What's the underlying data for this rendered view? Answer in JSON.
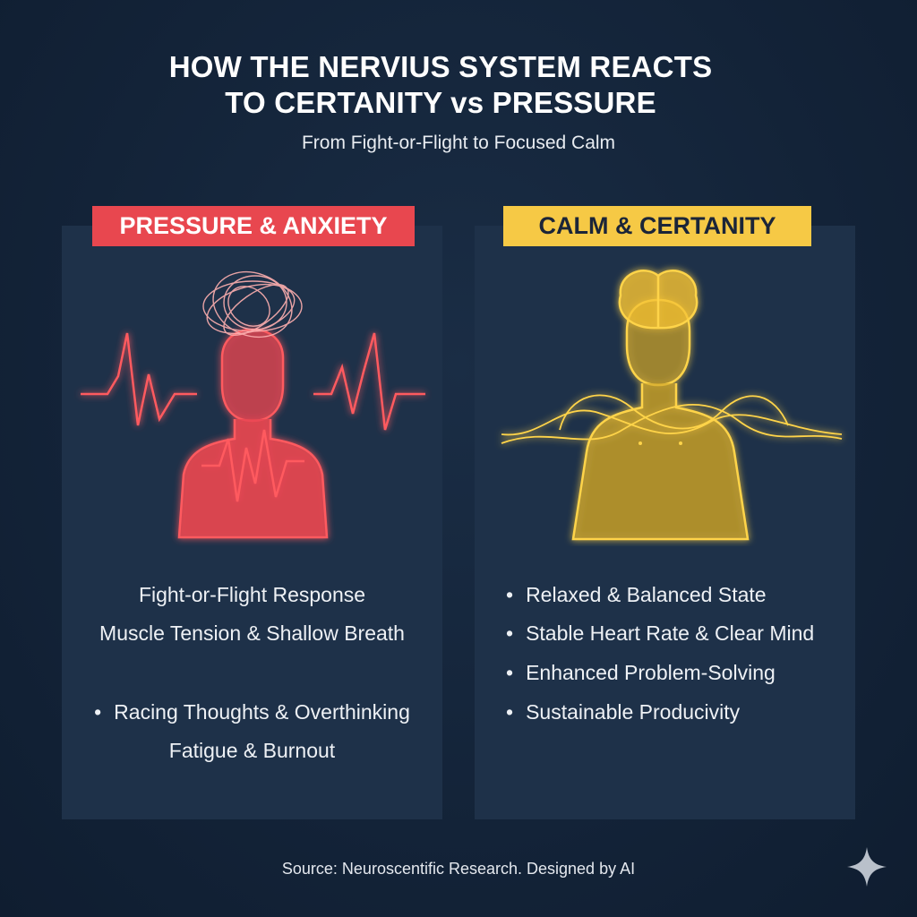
{
  "header": {
    "title_line1": "HOW THE NERVIUS SYSTEM REACTS",
    "title_line2": "TO CERTANITY vs PRESSURE",
    "subtitle": "From Fight-or-Flight to Focused Calm"
  },
  "left_panel": {
    "label": "PRESSURE & ANXIETY",
    "accent": "#e8474f",
    "items": [
      {
        "text": "Fight-or-Flight Response",
        "bullet": ""
      },
      {
        "text": "Muscle Tension & Shallow Breath",
        "bullet": ""
      },
      {
        "text": "Racing Thoughts & Overthinking",
        "bullet": "•"
      },
      {
        "text": "Fatigue & Burnout",
        "bullet": ""
      }
    ]
  },
  "right_panel": {
    "label": "CALM & CERTANITY",
    "accent": "#f6c945",
    "items": [
      {
        "text": "Relaxed & Balanced State",
        "bullet": "•"
      },
      {
        "text": "Stable Heart Rate & Clear Mind",
        "bullet": "•"
      },
      {
        "text": "Enhanced Problem-Solving",
        "bullet": "•"
      },
      {
        "text": "Sustainable Producivity",
        "bullet": "•"
      }
    ]
  },
  "footer": {
    "source": "Source: Neuroscentific Research. Designed by AI"
  }
}
